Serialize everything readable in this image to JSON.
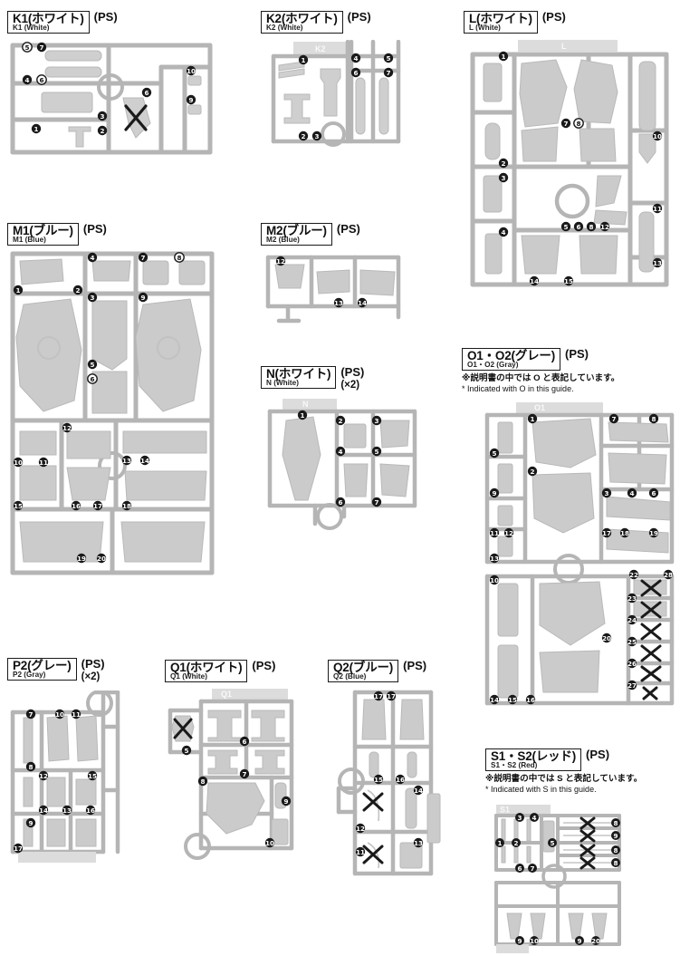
{
  "document": {
    "type": "gunpla-runner-parts-list",
    "page_background": "#ffffff",
    "colors": {
      "sprue_fill": "#d9d9d9",
      "sprue_stroke": "#b0b0b0",
      "part_fill": "#c9c9c9",
      "frame_fill": "#e4e4e4",
      "badge_dark": "#1a1a1a",
      "badge_light": "#ffffff",
      "text": "#111111",
      "x_mark": "#1a1a1a"
    }
  },
  "runners": [
    {
      "id": "K1",
      "name_jp": "K1(ホワイト)",
      "name_en": "K1 (White)",
      "material": "(PS)",
      "quantity": "",
      "note_jp": "",
      "note_en": "",
      "parts": [
        "5",
        "7",
        "4",
        "6",
        "3",
        "2",
        "1",
        "6",
        "10",
        "9"
      ],
      "unused_marks": 1
    },
    {
      "id": "K2",
      "name_jp": "K2(ホワイト)",
      "name_en": "K2 (White)",
      "material": "(PS)",
      "quantity": "",
      "note_jp": "",
      "note_en": "",
      "parts": [
        "1",
        "4",
        "5",
        "6",
        "7",
        "2",
        "3"
      ],
      "unused_marks": 0
    },
    {
      "id": "L",
      "name_jp": "L(ホワイト)",
      "name_en": "L (White)",
      "material": "(PS)",
      "quantity": "",
      "note_jp": "",
      "note_en": "",
      "parts": [
        "1",
        "7",
        "8",
        "10",
        "2",
        "3",
        "11",
        "5",
        "6",
        "8",
        "12",
        "4",
        "13",
        "14",
        "15"
      ],
      "unused_marks": 0
    },
    {
      "id": "M1",
      "name_jp": "M1(ブルー)",
      "name_en": "M1 (Blue)",
      "material": "(PS)",
      "quantity": "",
      "note_jp": "",
      "note_en": "",
      "parts": [
        "1",
        "2",
        "4",
        "3",
        "7",
        "8",
        "9",
        "5",
        "6",
        "12",
        "13",
        "14",
        "10",
        "11",
        "15",
        "16",
        "17",
        "18",
        "19",
        "20"
      ],
      "unused_marks": 0
    },
    {
      "id": "M2",
      "name_jp": "M2(ブルー)",
      "name_en": "M2 (Blue)",
      "material": "(PS)",
      "quantity": "",
      "note_jp": "",
      "note_en": "",
      "parts": [
        "12",
        "13",
        "14"
      ],
      "unused_marks": 0
    },
    {
      "id": "N",
      "name_jp": "N(ホワイト)",
      "name_en": "N (White)",
      "material": "(PS)",
      "quantity": "(×2)",
      "note_jp": "",
      "note_en": "",
      "parts": [
        "1",
        "2",
        "3",
        "4",
        "5",
        "6",
        "7"
      ],
      "unused_marks": 0
    },
    {
      "id": "O1-O2",
      "name_jp": "O1・O2(グレー)",
      "name_en": "O1・O2 (Gray)",
      "material": "(PS)",
      "quantity": "",
      "note_jp": "※説明書の中では O と表記しています。",
      "note_en": "* Indicated with O in this guide.",
      "parts": [
        "1",
        "7",
        "8",
        "5",
        "2",
        "9",
        "3",
        "4",
        "6",
        "11",
        "12",
        "17",
        "18",
        "19",
        "13",
        "20",
        "21",
        "22",
        "23",
        "24",
        "25",
        "26",
        "27",
        "14",
        "15",
        "16",
        "10"
      ],
      "unused_marks": 6
    },
    {
      "id": "P2",
      "name_jp": "P2(グレー)",
      "name_en": "P2 (Gray)",
      "material": "(PS)",
      "quantity": "(×2)",
      "note_jp": "",
      "note_en": "",
      "parts": [
        "7",
        "10",
        "11",
        "8",
        "12",
        "15",
        "14",
        "13",
        "16",
        "9",
        "17"
      ],
      "unused_marks": 0
    },
    {
      "id": "Q1",
      "name_jp": "Q1(ホワイト)",
      "name_en": "Q1 (White)",
      "material": "(PS)",
      "quantity": "",
      "note_jp": "",
      "note_en": "",
      "parts": [
        "6",
        "7",
        "8",
        "9",
        "10",
        "5"
      ],
      "unused_marks": 1
    },
    {
      "id": "Q2",
      "name_jp": "Q2(ブルー)",
      "name_en": "Q2 (Blue)",
      "material": "(PS)",
      "quantity": "",
      "note_jp": "",
      "note_en": "",
      "parts": [
        "17",
        "17",
        "15",
        "16",
        "14",
        "12",
        "11",
        "13"
      ],
      "unused_marks": 2
    },
    {
      "id": "S1-S2",
      "name_jp": "S1・S2(レッド)",
      "name_en": "S1・S2 (Red)",
      "material": "(PS)",
      "quantity": "",
      "note_jp": "※説明書の中では S と表記しています。",
      "note_en": "* Indicated with S in this guide.",
      "parts": [
        "1",
        "3",
        "4",
        "2",
        "5",
        "6",
        "7",
        "8",
        "9",
        "8",
        "8",
        "9",
        "10",
        "9",
        "20"
      ],
      "unused_marks": 4
    }
  ]
}
